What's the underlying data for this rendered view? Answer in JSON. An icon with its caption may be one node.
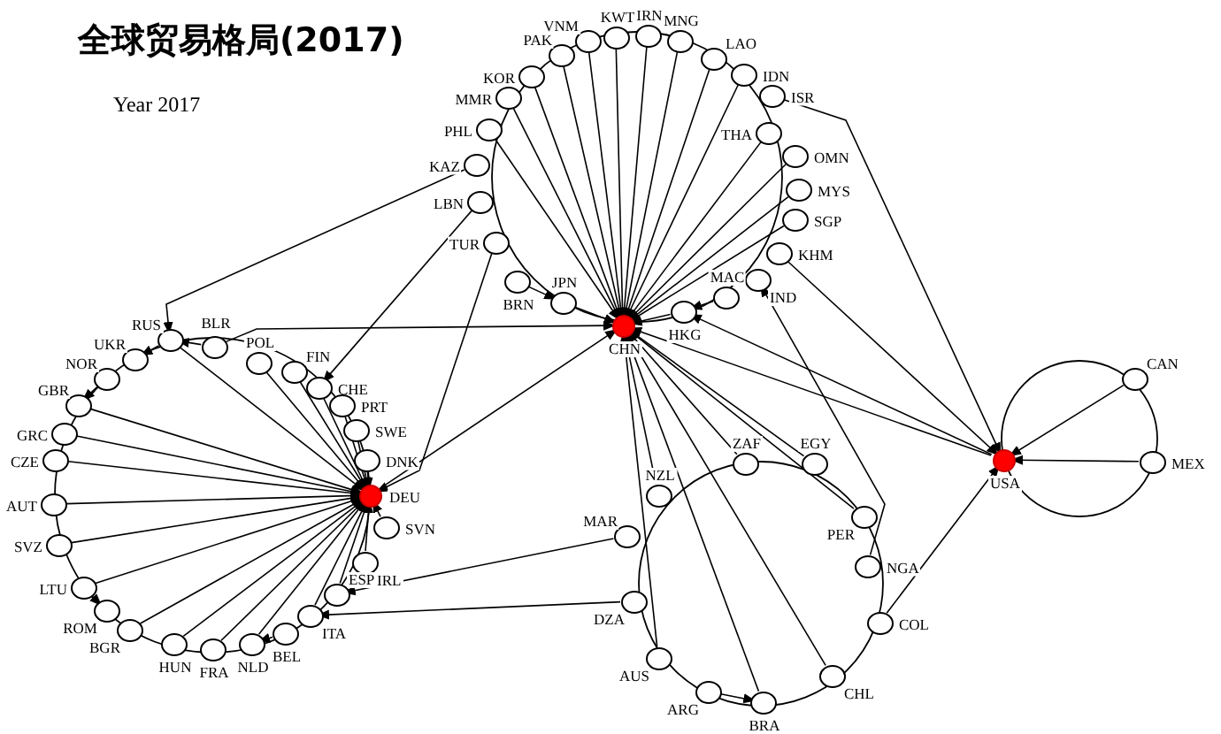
{
  "diagram": {
    "title": "全球贸易格局(2017)",
    "nodes": [
      {
        "text": [
          "CHN"
        ]
      },
      {
        "text": [
          "KAZ"
        ]
      },
      {
        "text": [
          "PHL"
        ]
      },
      {
        "text": [
          "MMR"
        ]
      },
      {
        "text": [
          "KOR"
        ]
      },
      {
        "text": [
          "PAK"
        ]
      },
      {
        "text": [
          "VNM"
        ]
      },
      {
        "text": [
          "KWT"
        ]
      },
      {
        "text": [
          "IRN"
        ]
      },
      {
        "text": [
          "MNG"
        ]
      },
      {
        "text": [
          "LAO"
        ]
      },
      {
        "text": [
          "IDN"
        ]
      },
      {
        "text": [
          "ISR"
        ]
      },
      {
        "text": [
          "THA"
        ]
      },
      {
        "text": [
          "OMN"
        ]
      },
      {
        "text": [
          "MYS"
        ]
      },
      {
        "text": [
          "SGP"
        ]
      },
      {
        "text": [
          "KHM"
        ]
      },
      {
        "text": [
          "IND"
        ]
      },
      {
        "text": [
          "MAC"
        ]
      },
      {
        "text": [
          "HKG"
        ]
      },
      {
        "text": [
          "JPN"
        ]
      },
      {
        "text": [
          "BRN"
        ]
      },
      {
        "text": [
          "TUR"
        ]
      },
      {
        "text": [
          "LBN"
        ]
      },
      {
        "text": [
          "DEU"
        ]
      },
      {
        "text": [
          "RUS"
        ]
      },
      {
        "text": [
          "BLR"
        ]
      },
      {
        "text": [
          "POL"
        ]
      },
      {
        "text": [
          "FIN"
        ]
      },
      {
        "text": [
          "CHE"
        ]
      },
      {
        "text": [
          "PRT"
        ]
      },
      {
        "text": [
          "SWE"
        ]
      },
      {
        "text": [
          "DNK"
        ]
      },
      {
        "text": [
          "SVN"
        ]
      },
      {
        "text": [
          "IRL"
        ]
      },
      {
        "text": [
          "ESP"
        ]
      },
      {
        "text": [
          "ITA"
        ]
      },
      {
        "text": [
          "BEL"
        ]
      },
      {
        "text": [
          "NLD"
        ]
      },
      {
        "text": [
          "FRA"
        ]
      },
      {
        "text": [
          "HUN"
        ]
      },
      {
        "text": [
          "BGR"
        ]
      },
      {
        "text": [
          "ROM"
        ]
      },
      {
        "text": [
          "LTU"
        ]
      },
      {
        "text": [
          "SVZ"
        ]
      },
      {
        "text": [
          "AUT"
        ]
      },
      {
        "text": [
          "CZE"
        ]
      },
      {
        "text": [
          "GRC"
        ]
      },
      {
        "text": [
          "GBR"
        ]
      },
      {
        "text": [
          "NOR"
        ]
      },
      {
        "text": [
          "UKR"
        ]
      },
      {
        "text": [
          "ZAF"
        ]
      },
      {
        "text": [
          "NZL"
        ]
      },
      {
        "text": [
          "MAR"
        ]
      },
      {
        "text": [
          "DZA"
        ]
      },
      {
        "text": [
          "AUS"
        ]
      },
      {
        "text": [
          "ARG"
        ]
      },
      {
        "text": [
          "BRA"
        ]
      },
      {
        "text": [
          "CHL"
        ]
      },
      {
        "text": [
          "COL"
        ]
      },
      {
        "text": [
          "NGA"
        ]
      },
      {
        "text": [
          "PER"
        ]
      },
      {
        "text": [
          "EGY"
        ]
      },
      {
        "text": [
          "USA"
        ]
      },
      {
        "text": [
          "CAN"
        ]
      },
      {
        "text": [
          "MEX"
        ]
      }
    ],
    "edges": [
      {
        "from": 2,
        "to": 0,
        "arrow": "to"
      },
      {
        "from": 3,
        "to": 0,
        "arrow": "to"
      },
      {
        "from": 4,
        "to": 0,
        "arrow": "to"
      },
      {
        "from": 5,
        "to": 0,
        "arrow": "to"
      },
      {
        "from": 6,
        "to": 0,
        "arrow": "to"
      },
      {
        "from": 7,
        "to": 0,
        "arrow": "to"
      },
      {
        "from": 8,
        "to": 0,
        "arrow": "to"
      },
      {
        "from": 9,
        "to": 0,
        "arrow": "to"
      },
      {
        "from": 10,
        "to": 0,
        "arrow": "to"
      },
      {
        "from": 11,
        "to": 0,
        "arrow": "to"
      },
      {
        "from": 13,
        "to": 0,
        "arrow": "to"
      },
      {
        "from": 14,
        "to": 0,
        "arrow": "to"
      },
      {
        "from": 15,
        "to": 0,
        "arrow": "to"
      },
      {
        "from": 16,
        "to": 0,
        "arrow": "to"
      },
      {
        "from": 20,
        "to": 0,
        "arrow": "to"
      },
      {
        "from": 19,
        "to": 20,
        "arrow": "to"
      },
      {
        "from": 21,
        "to": 0,
        "arrow": "to"
      },
      {
        "from": 22,
        "to": 21,
        "arrow": "to"
      },
      {
        "from": 12,
        "to": 64,
        "arrow": "to"
      },
      {
        "from": 17,
        "to": 64,
        "arrow": "to"
      },
      {
        "from": 64,
        "to": 0,
        "arrow": "to"
      },
      {
        "from": 64,
        "to": 20,
        "arrow": "to"
      },
      {
        "from": 27,
        "to": 0,
        "arrow": "to"
      },
      {
        "from": 1,
        "to": 26,
        "arrow": "to"
      },
      {
        "from": 24,
        "to": 30,
        "arrow": "to"
      },
      {
        "from": 23,
        "to": 25,
        "arrow": "to"
      },
      {
        "from": 25,
        "to": 0,
        "arrow": "to"
      },
      {
        "from": 54,
        "to": 36,
        "arrow": "to"
      },
      {
        "from": 55,
        "to": 37,
        "arrow": "to"
      },
      {
        "from": 26,
        "to": 25,
        "arrow": "to"
      },
      {
        "from": 28,
        "to": 25,
        "arrow": "to"
      },
      {
        "from": 29,
        "to": 25,
        "arrow": "to"
      },
      {
        "from": 30,
        "to": 25,
        "arrow": "to"
      },
      {
        "from": 31,
        "to": 25,
        "arrow": "to"
      },
      {
        "from": 32,
        "to": 25,
        "arrow": "to"
      },
      {
        "from": 33,
        "to": 25,
        "arrow": "to"
      },
      {
        "from": 34,
        "to": 25,
        "arrow": "to"
      },
      {
        "from": 35,
        "to": 25,
        "arrow": "to"
      },
      {
        "from": 36,
        "to": 25,
        "arrow": "to"
      },
      {
        "from": 37,
        "to": 25,
        "arrow": "to"
      },
      {
        "from": 39,
        "to": 25,
        "arrow": "to"
      },
      {
        "from": 40,
        "to": 25,
        "arrow": "to"
      },
      {
        "from": 41,
        "to": 25,
        "arrow": "to"
      },
      {
        "from": 42,
        "to": 25,
        "arrow": "to"
      },
      {
        "from": 44,
        "to": 25,
        "arrow": "to"
      },
      {
        "from": 45,
        "to": 25,
        "arrow": "to"
      },
      {
        "from": 46,
        "to": 25,
        "arrow": "to"
      },
      {
        "from": 47,
        "to": 25,
        "arrow": "to"
      },
      {
        "from": 48,
        "to": 25,
        "arrow": "to"
      },
      {
        "from": 49,
        "to": 25,
        "arrow": "to"
      },
      {
        "from": 38,
        "to": 39,
        "arrow": "to"
      },
      {
        "from": 27,
        "to": 26,
        "arrow": "to"
      },
      {
        "from": 26,
        "to": 51,
        "arrow": "to"
      },
      {
        "from": 50,
        "to": 49,
        "arrow": "to"
      },
      {
        "from": 44,
        "to": 43,
        "arrow": "to"
      },
      {
        "from": 53,
        "to": 0,
        "arrow": "to"
      },
      {
        "from": 52,
        "to": 0,
        "arrow": "to"
      },
      {
        "from": 56,
        "to": 0,
        "arrow": "to"
      },
      {
        "from": 58,
        "to": 0,
        "arrow": "to"
      },
      {
        "from": 59,
        "to": 0,
        "arrow": "to"
      },
      {
        "from": 62,
        "to": 0,
        "arrow": "to"
      },
      {
        "from": 63,
        "to": 0,
        "arrow": "to"
      },
      {
        "from": 61,
        "to": 18,
        "arrow": "to"
      },
      {
        "from": 57,
        "to": 58,
        "arrow": "to"
      },
      {
        "from": 60,
        "to": 64,
        "arrow": "to"
      },
      {
        "from": 65,
        "to": 64,
        "arrow": "to"
      },
      {
        "from": 66,
        "to": 64,
        "arrow": "to"
      }
    ],
    "labels": [
      "Year 2017"
    ]
  }
}
